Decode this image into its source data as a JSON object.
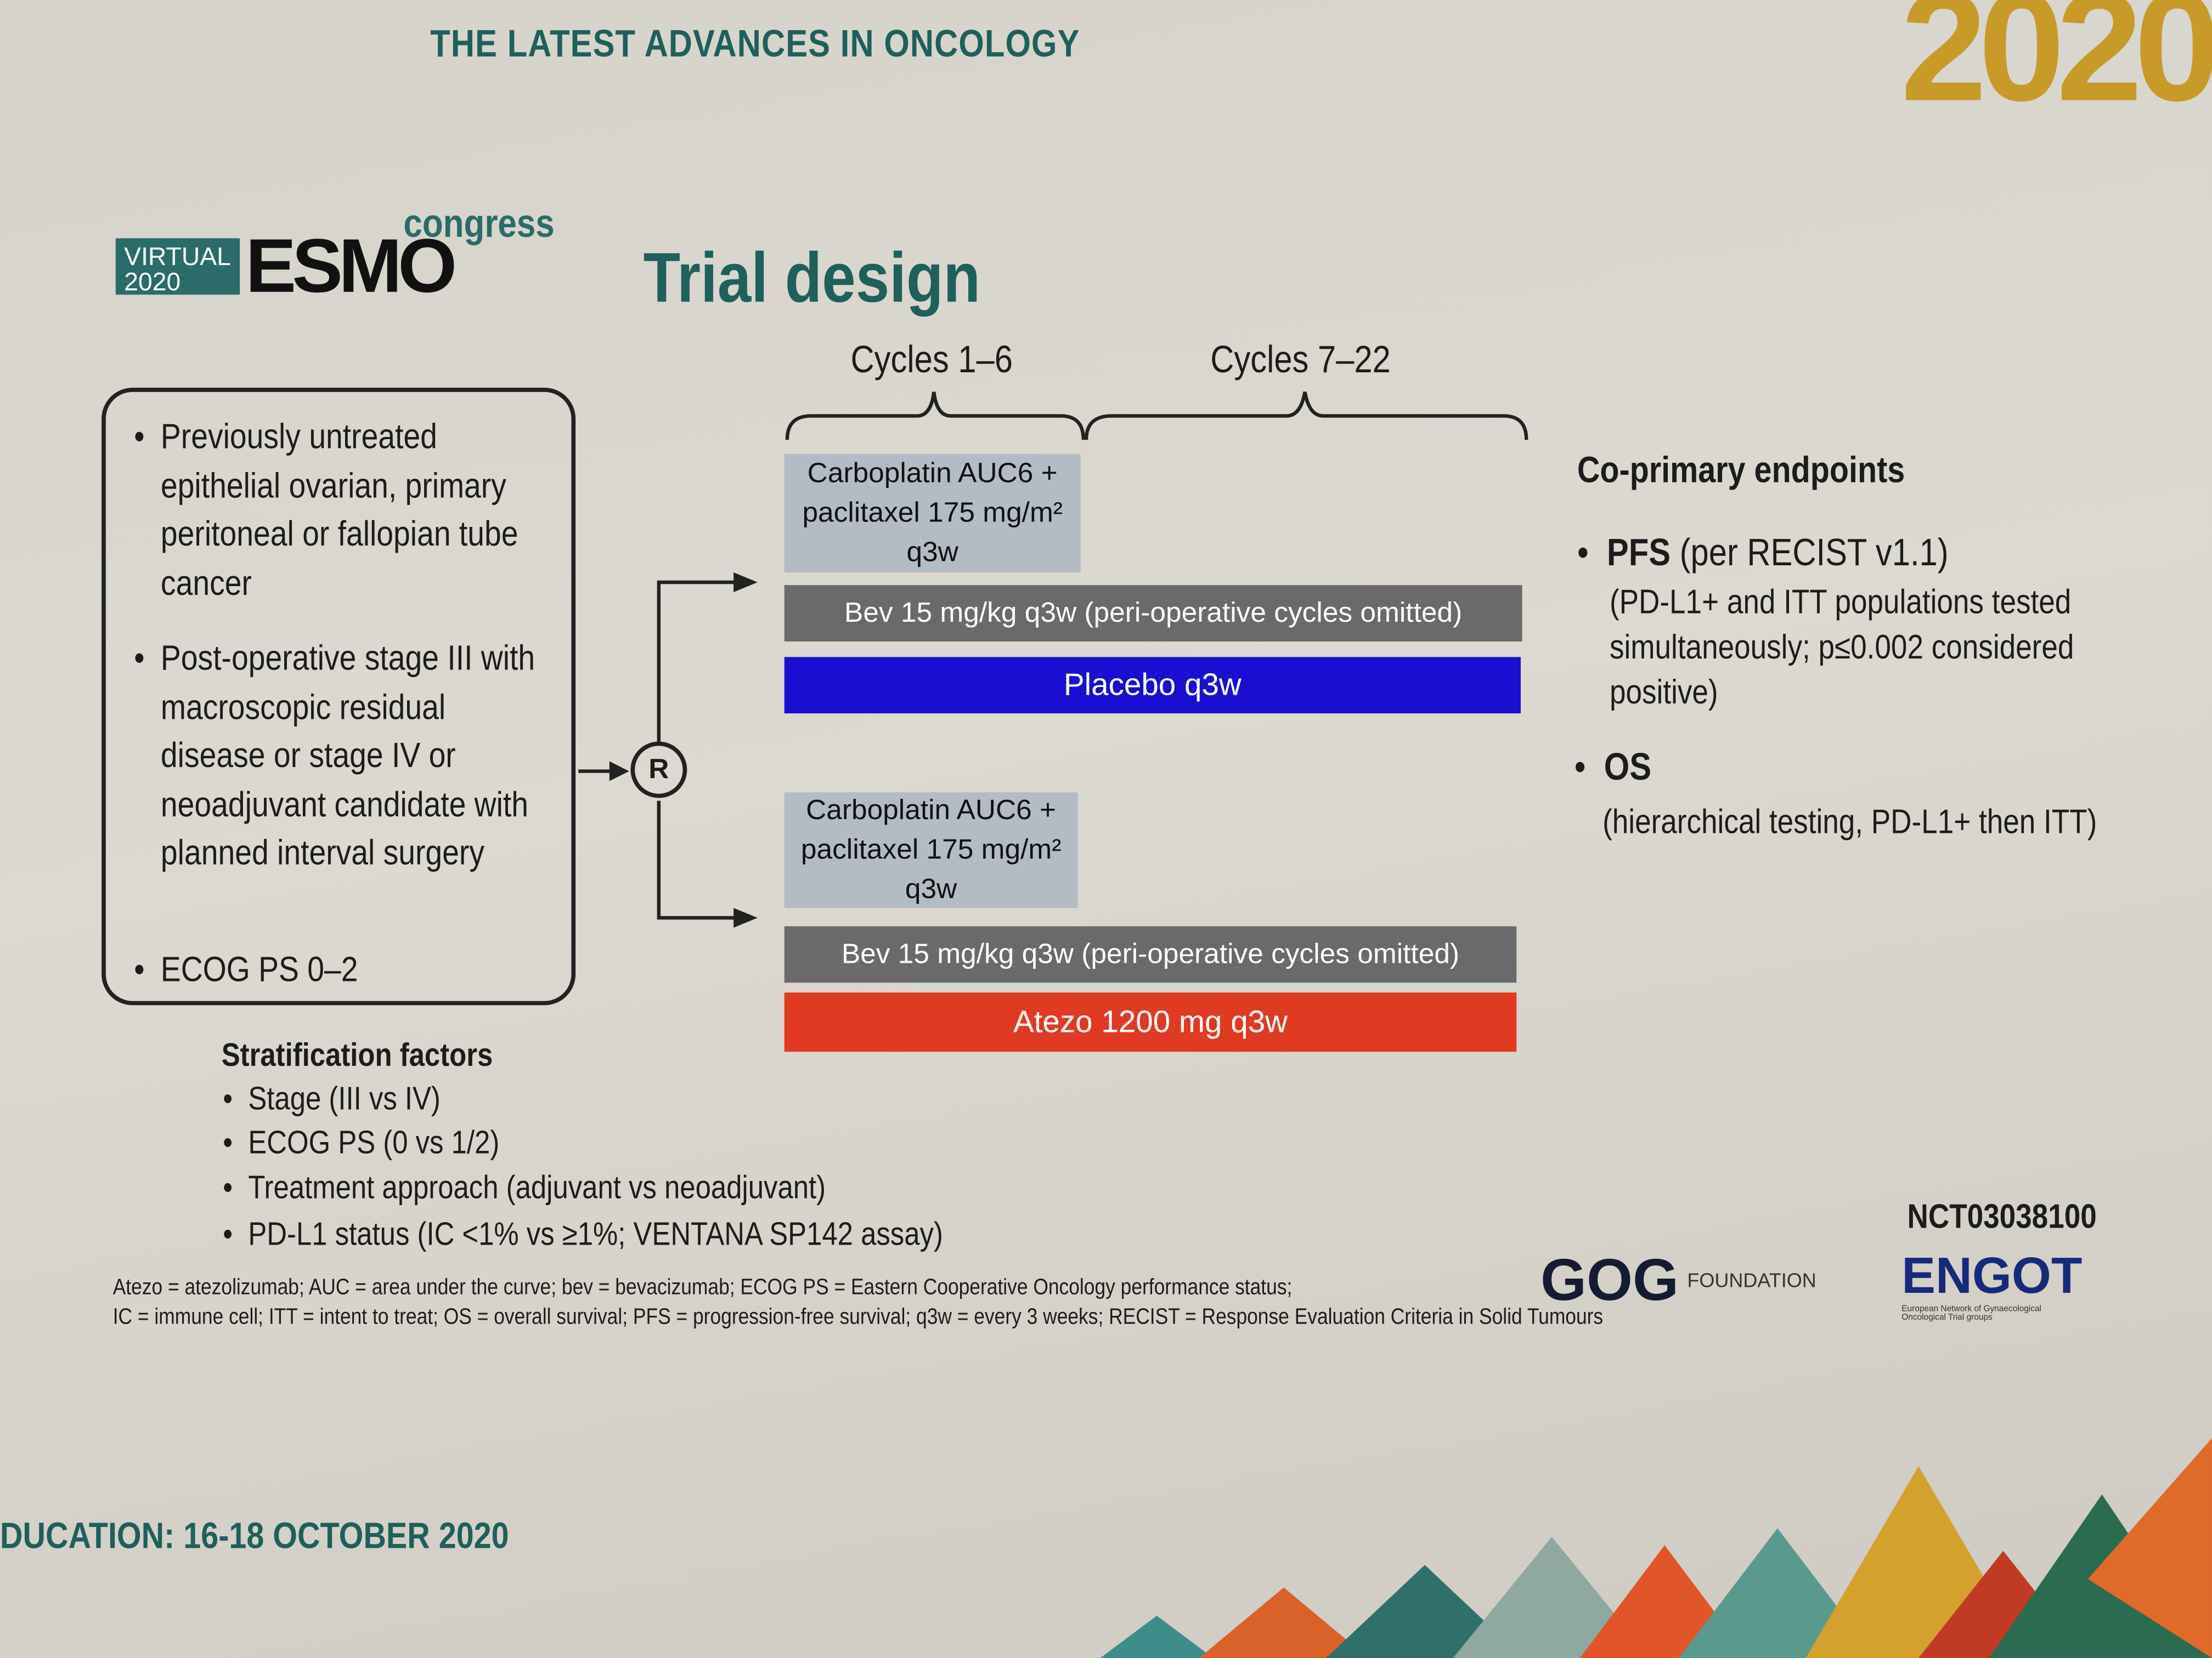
{
  "header": {
    "top_title": "THE LATEST ADVANCES IN ONCOLOGY",
    "year": "2020"
  },
  "logo": {
    "virtual": "VIRTUAL",
    "year": "2020",
    "brand": "ESMO",
    "congress": "congress"
  },
  "slide": {
    "title": "Trial design",
    "cycles": [
      "Cycles 1–6",
      "Cycles 7–22"
    ],
    "eligibility": [
      "Previously untreated epithelial ovarian, primary peritoneal or fallopian tube cancer",
      "Post-operative stage III with macroscopic residual disease or stage IV or neoadjuvant candidate with planned interval surgery",
      "ECOG PS 0–2"
    ],
    "randomization": "R",
    "arm1": {
      "chemo": "Carboplatin AUC6 + paclitaxel 175 mg/m² q3w",
      "bev": "Bev 15 mg/kg q3w (peri-operative cycles omitted)",
      "drug": "Placebo q3w"
    },
    "arm2": {
      "chemo": "Carboplatin AUC6 + paclitaxel 175 mg/m² q3w",
      "bev": "Bev 15 mg/kg q3w (peri-operative cycles omitted)",
      "drug": "Atezo 1200 mg q3w"
    },
    "endpoints": {
      "title": "Co-primary endpoints",
      "pfs_label": "PFS",
      "pfs_rest": " (per RECIST v1.1)",
      "pfs_detail": "(PD-L1+ and ITT populations tested simultaneously; p≤0.002 considered positive)",
      "os_label": "OS",
      "os_detail": "(hierarchical testing, PD-L1+ then ITT)"
    },
    "stratification": {
      "title": "Stratification factors",
      "items": [
        "Stage (III vs IV)",
        "ECOG PS (0 vs 1/2)",
        "Treatment approach (adjuvant vs neoadjuvant)",
        "PD-L1 status (IC <1% vs ≥1%; VENTANA SP142 assay)"
      ]
    },
    "nct": "NCT03038100",
    "footnote": [
      "Atezo = atezolizumab; AUC = area under the curve; bev = bevacizumab; ECOG PS = Eastern Cooperative Oncology performance status;",
      "IC = immune cell; ITT = intent to treat; OS = overall survival; PFS = progression-free survival; q3w = every 3 weeks; RECIST = Response Evaluation Criteria in Solid Tumours"
    ],
    "gog": {
      "name": "GOG",
      "sub": "FOUNDATION"
    },
    "engot": {
      "name": "ENGOT",
      "sub": "European Network of Gynaecological Oncological Trial groups"
    }
  },
  "bottom": {
    "edu": "DUCATION: 16-18 OCTOBER 2020"
  },
  "colors": {
    "teal": "#1f5f5c",
    "placebo": "#1a0fd0",
    "atezo": "#e03a22",
    "bev": "#6a6a6a",
    "chemo": "#b3bcc4"
  }
}
